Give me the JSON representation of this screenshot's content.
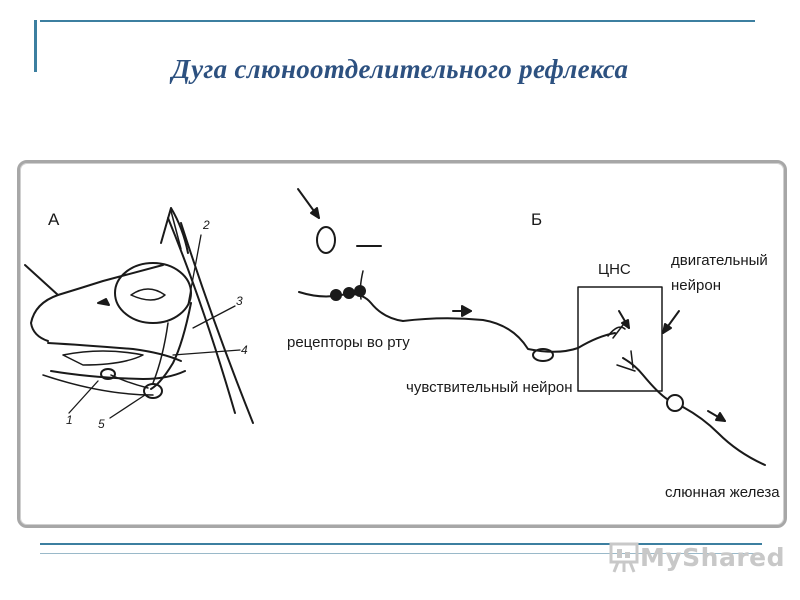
{
  "title": "Дуга слюноотделительного рефлекса",
  "figure": {
    "panel_a_label": "А",
    "panel_b_label": "Б",
    "dog_numbers": [
      "1",
      "2",
      "3",
      "4",
      "5"
    ],
    "labels": {
      "receptors": "рецепторы во рту",
      "sensory_neuron": "чувствительный нейрон",
      "cns": "ЦНС",
      "motor_neuron_line1": "двигательный",
      "motor_neuron_line2": "нейрон",
      "salivary_gland": "слюнная железа"
    }
  },
  "watermark": {
    "text": "MyShared",
    "icon": "presentation-board-icon"
  },
  "colors": {
    "title": "#2d5180",
    "rules": "#3c7fa0",
    "frame": "#a7a7a7"
  }
}
